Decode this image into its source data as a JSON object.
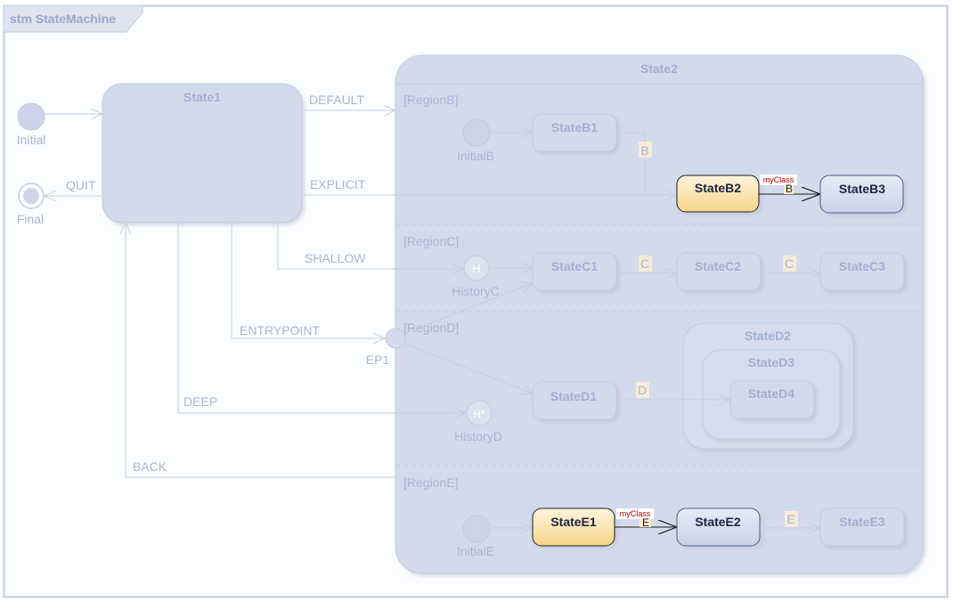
{
  "frame": {
    "label": "stm StateMachine"
  },
  "states": {
    "state1": "State1",
    "state2": "State2",
    "stateB1": "StateB1",
    "stateB2": "StateB2",
    "stateB3": "StateB3",
    "stateC1": "StateC1",
    "stateC2": "StateC2",
    "stateC3": "StateC3",
    "stateD1": "StateD1",
    "stateD2": "StateD2",
    "stateD3": "StateD3",
    "stateD4": "StateD4",
    "stateE1": "StateE1",
    "stateE2": "StateE2",
    "stateE3": "StateE3"
  },
  "regions": {
    "b": "[RegionB]",
    "c": "[RegionC]",
    "d": "[RegionD]",
    "e": "[RegionE]"
  },
  "pseudostates": {
    "initial": "Initial",
    "final": "Final",
    "initialB": "InitialB",
    "historyC": "HistoryC",
    "historyD": "HistoryD",
    "ep1": "EP1",
    "initialE": "InitialE",
    "history_shallow_symbol": "H",
    "history_deep_symbol": "H*"
  },
  "transitions": {
    "default": "DEFAULT",
    "explicit": "EXPLICIT",
    "quit": "QUIT",
    "shallow": "SHALLOW",
    "entrypoint": "ENTRYPOINT",
    "deep": "DEEP",
    "back": "BACK",
    "b": "B",
    "b_highlighted": "B",
    "c1": "C",
    "c2": "C",
    "d": "D",
    "e_highlighted": "E",
    "e": "E"
  },
  "stereotypes": {
    "b": "myClass",
    "e": "myClass"
  },
  "colors": {
    "frame_border": "#c7cee0",
    "faded_fill": "#d3daea",
    "faded_text": "#a9b5d1",
    "highlight_fill_top": "#fff3da",
    "highlight_fill_bottom": "#f8d78e",
    "target_fill": "#d2daec",
    "dark_text": "#1b2540",
    "stereotype_text": "#b00000"
  }
}
